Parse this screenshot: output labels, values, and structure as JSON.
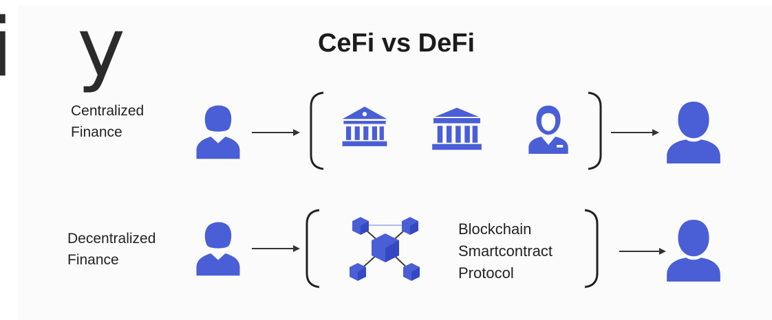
{
  "watermark_letters": "i y",
  "title": "CeFi vs DeFi",
  "colors": {
    "accent": "#4a5ed6",
    "arrow": "#333333",
    "bracket": "#222222"
  },
  "rows": [
    {
      "name": "centralized",
      "label_lines": [
        "Centralized",
        "Finance"
      ],
      "sender_icon": "female-user-icon",
      "intermediaries": [
        "bank-icon",
        "bank-icon",
        "banker-icon"
      ],
      "receiver_icon": "user-icon"
    },
    {
      "name": "decentralized",
      "label_lines": [
        "Decentralized",
        "Finance"
      ],
      "sender_icon": "female-user-icon",
      "intermediary_icon": "blockchain-network-icon",
      "intermediary_lines": [
        "Blockchain",
        "Smartcontract",
        "Protocol"
      ],
      "receiver_icon": "user-icon"
    }
  ]
}
